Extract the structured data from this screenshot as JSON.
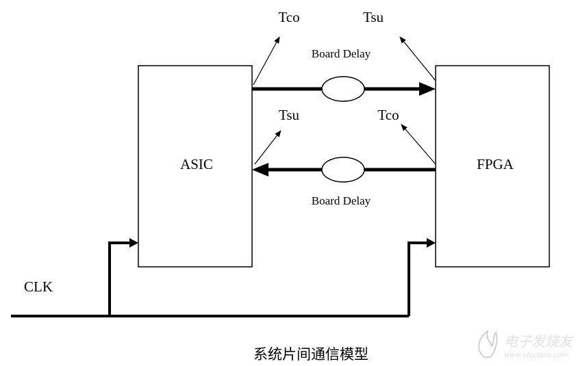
{
  "blocks": {
    "asic": {
      "label": "ASIC"
    },
    "fpga": {
      "label": "FPGA"
    }
  },
  "labels": {
    "tco_top": "Tco",
    "tsu_top": "Tsu",
    "board_delay_top": "Board Delay",
    "tsu_mid": "Tsu",
    "tco_mid": "Tco",
    "board_delay_bottom": "Board Delay",
    "clk": "CLK"
  },
  "caption": "系统片间通信模型",
  "watermark": {
    "brand": "电子发烧友",
    "url": "www.elecfans.com"
  }
}
